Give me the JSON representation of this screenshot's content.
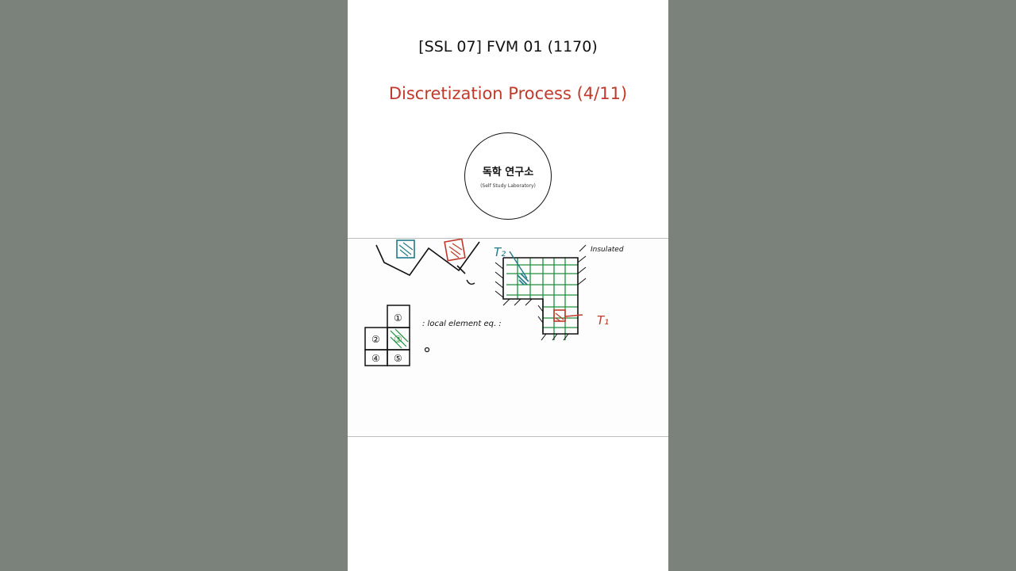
{
  "header": {
    "title": "[SSL 07] FVM 01 (1170)",
    "subtitle": "Discretization Process (4/11)"
  },
  "logo": {
    "korean": "독학 연구소",
    "english": "(Self Study Laboratory)"
  },
  "whiteboard": {
    "label_insulated": "Insulated",
    "label_t2": "T₂",
    "label_t1": "T₁",
    "local_element_label": ": local element eq. :",
    "local_cell_numbers": [
      "①",
      "②",
      "③",
      "④",
      "⑤"
    ],
    "colors": {
      "green": "#1e8f3e",
      "teal": "#1f7a8c",
      "red": "#c0392b",
      "ink": "#111111"
    }
  }
}
